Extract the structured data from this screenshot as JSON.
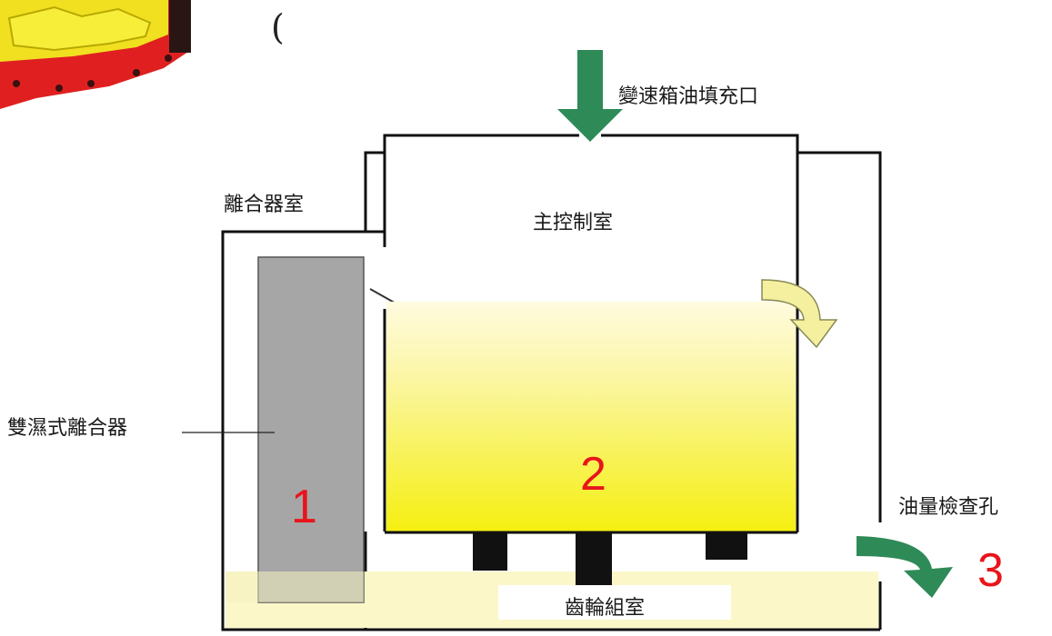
{
  "labels": {
    "fill_port": "變速箱油填充口",
    "clutch_chamber": "離合器室",
    "main_control_chamber": "主控制室",
    "dual_wet_clutch": "雙濕式離合器",
    "oil_check_hole": "油量檢查孔",
    "gear_chamber": "齒輪組室",
    "open_paren": "("
  },
  "markers": {
    "one": "1",
    "two": "2",
    "three": "3"
  },
  "colors": {
    "marker_red": "#e8151b",
    "arrow_green": "#2e8a57",
    "arrow_yellow": "#f4f0a0",
    "oil_yellow": "#f5ef1a",
    "clutch_gray": "#a6a6a6",
    "outline": "#111111",
    "thumbnail_red": "#e02020",
    "thumbnail_yellow": "#f0e020"
  },
  "icons": {
    "fill_arrow": "arrow-down-icon",
    "overflow_arrow": "curved-arrow-down-right-icon",
    "check_arrow": "curved-arrow-down-right-icon",
    "thumbnail": "transmission-thumbnail-icon"
  }
}
